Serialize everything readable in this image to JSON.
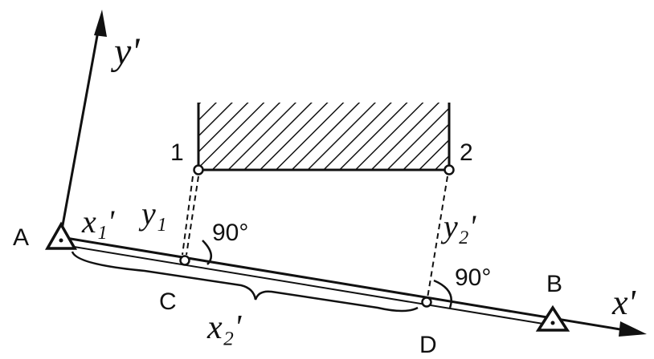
{
  "labels": {
    "point_a": "A",
    "point_b": "B",
    "point_c": "C",
    "point_d": "D",
    "point_1": "1",
    "point_2": "2",
    "axis_x": "x'",
    "axis_y": "y'",
    "x1": "x₁'",
    "y1": "y₁",
    "x2": "x₂'",
    "y2": "y₂'",
    "angle_1": "90°",
    "angle_2": "90°"
  },
  "colors": {
    "ink": "#111111",
    "background": "#ffffff"
  }
}
